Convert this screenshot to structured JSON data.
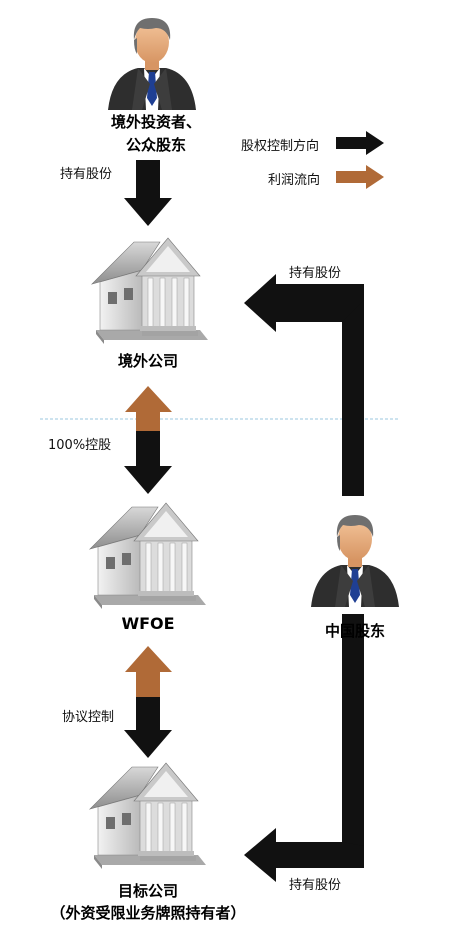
{
  "nodes": {
    "foreign_investor": {
      "line1": "境外投资者、",
      "line2": "公众股东"
    },
    "offshore_company": {
      "label": "境外公司"
    },
    "wfoe": {
      "label": "WFOE"
    },
    "chinese_shareholder": {
      "label": "中国股东"
    },
    "target_company": {
      "line1": "目标公司",
      "line2": "（外资受限业务牌照持有者）"
    }
  },
  "edges": {
    "investor_to_offshore": "持有股份",
    "offshore_to_wfoe": "100%控股",
    "wfoe_to_target": "协议控制",
    "cn_to_offshore": "持有股份",
    "cn_to_target": "持有股份"
  },
  "legend": {
    "equity_control": {
      "label": "股权控制方向",
      "color": "#111111"
    },
    "profit_flow": {
      "label": "利润流向",
      "color": "#b06a37"
    }
  },
  "colors": {
    "arrow_black": "#111111",
    "arrow_brown": "#b06a37",
    "divider": "#9bc7df"
  },
  "icons": [
    "person-icon",
    "building-icon"
  ]
}
